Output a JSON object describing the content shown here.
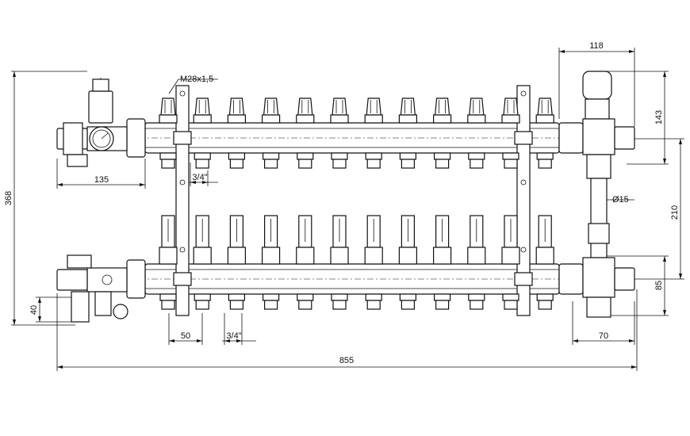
{
  "dimensions": {
    "thread": "M28x1,5",
    "total_height": "368",
    "total_width": "855",
    "left_fitting_width": "135",
    "top_right_width": "118",
    "top_right_height": "143",
    "bar_spacing": "210",
    "bottom_right_height": "85",
    "bottom_right_width": "70",
    "outlet_pitch": "50",
    "outlet_thread_top": "3/4\"",
    "outlet_thread_bottom": "3/4\"",
    "bypass_diameter": "Ø15",
    "bottom_left_height": "40"
  },
  "outlets_per_bar": 12
}
